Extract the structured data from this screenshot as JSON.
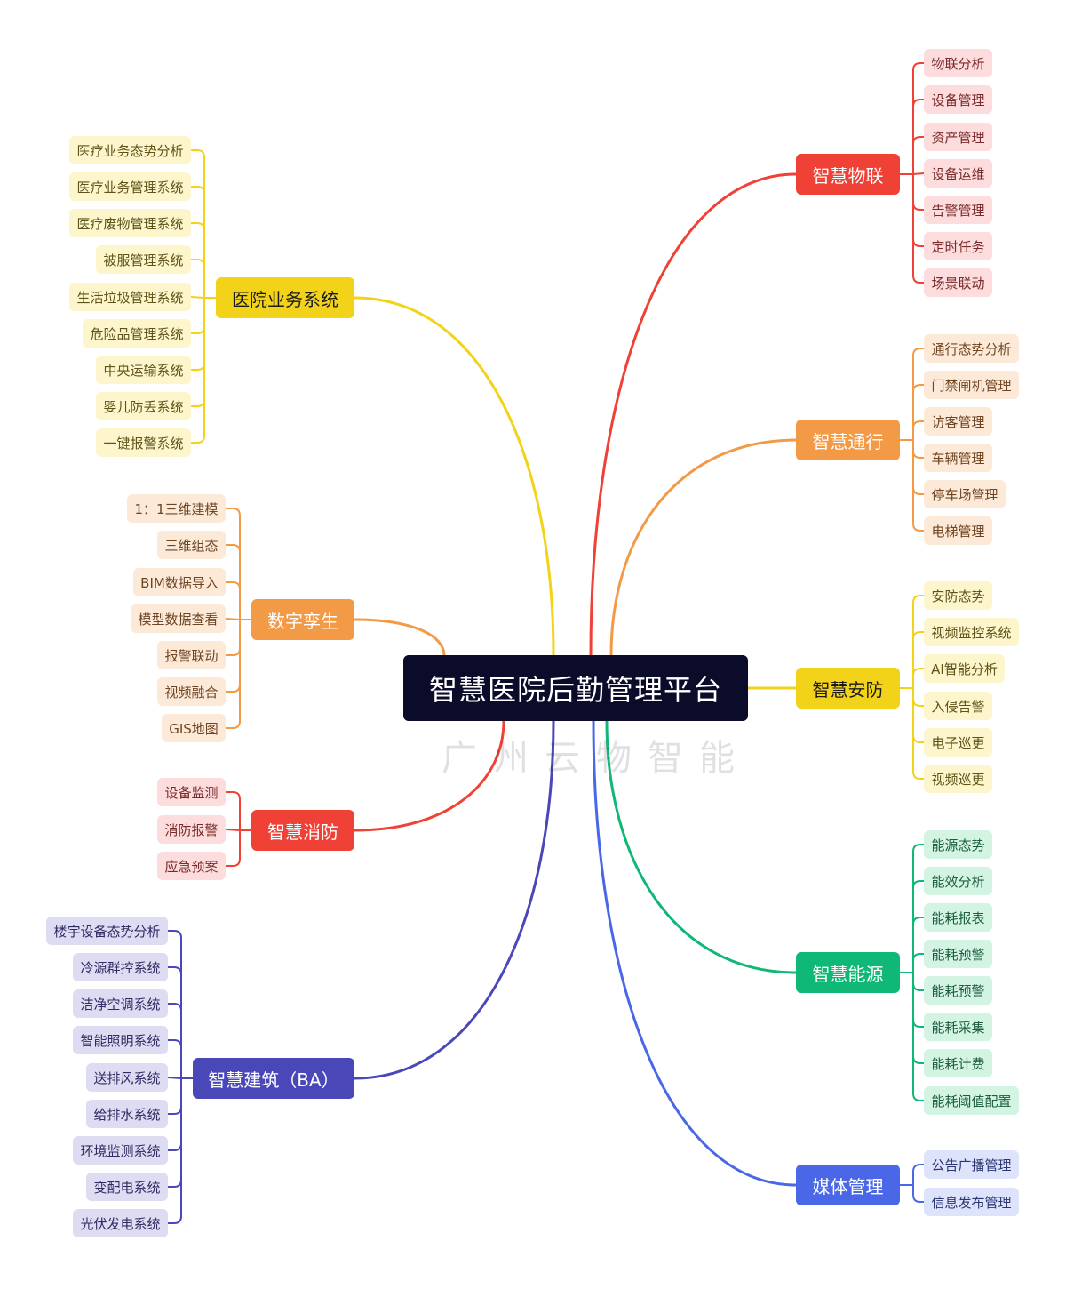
{
  "title": "智慧医院后勤管理平台",
  "watermark": "广州云物智能",
  "branches": [
    {
      "key": "iot",
      "label": "智慧物联",
      "side": "right",
      "color": "#ef4136",
      "leaf_bg": "#fcdcdc",
      "leaf_text": "#7a2a2a",
      "leaves": [
        "物联分析",
        "设备管理",
        "资产管理",
        "设备运维",
        "告警管理",
        "定时任务",
        "场景联动"
      ]
    },
    {
      "key": "access",
      "label": "智慧通行",
      "side": "right",
      "color": "#f29a45",
      "leaf_bg": "#fde9d8",
      "leaf_text": "#6e4421",
      "leaves": [
        "通行态势分析",
        "门禁闸机管理",
        "访客管理",
        "车辆管理",
        "停车场管理",
        "电梯管理"
      ]
    },
    {
      "key": "security",
      "label": "智慧安防",
      "side": "right",
      "color": "#f2d31a",
      "leaf_bg": "#fdf5cc",
      "leaf_text": "#5e5216",
      "leaves": [
        "安防态势",
        "视频监控系统",
        "AI智能分析",
        "入侵告警",
        "电子巡更",
        "视频巡更"
      ]
    },
    {
      "key": "energy",
      "label": "智慧能源",
      "side": "right",
      "color": "#0fb876",
      "leaf_bg": "#d3f3e3",
      "leaf_text": "#1c5e3f",
      "leaves": [
        "能源态势",
        "能效分析",
        "能耗报表",
        "能耗预警",
        "能耗预警",
        "能耗采集",
        "能耗计费",
        "能耗阈值配置"
      ]
    },
    {
      "key": "media",
      "label": "媒体管理",
      "side": "right",
      "color": "#4a67e8",
      "leaf_bg": "#dde3fb",
      "leaf_text": "#2a3670",
      "leaves": [
        "公告广播管理",
        "信息发布管理"
      ]
    },
    {
      "key": "hospital",
      "label": "医院业务系统",
      "side": "left",
      "color": "#f2d31a",
      "leaf_bg": "#fdf5cc",
      "leaf_text": "#5e5216",
      "leaves": [
        "医疗业务态势分析",
        "医疗业务管理系统",
        "医疗废物管理系统",
        "被服管理系统",
        "生活垃圾管理系统",
        "危险品管理系统",
        "中央运输系统",
        "婴儿防丢系统",
        "一键报警系统"
      ]
    },
    {
      "key": "twin",
      "label": "数字孪生",
      "side": "left",
      "color": "#f29a45",
      "leaf_bg": "#fde9d8",
      "leaf_text": "#6e4421",
      "leaves": [
        "1：1三维建模",
        "三维组态",
        "BIM数据导入",
        "模型数据查看",
        "报警联动",
        "视频融合",
        "GIS地图"
      ]
    },
    {
      "key": "fire",
      "label": "智慧消防",
      "side": "left",
      "color": "#ef4136",
      "leaf_bg": "#fcdcdc",
      "leaf_text": "#7a2a2a",
      "leaves": [
        "设备监测",
        "消防报警",
        "应急预案"
      ]
    },
    {
      "key": "building",
      "label": "智慧建筑（BA）",
      "side": "left",
      "color": "#4a48b8",
      "leaf_bg": "#dedcf2",
      "leaf_text": "#2e2c63",
      "leaves": [
        "楼宇设备态势分析",
        "冷源群控系统",
        "洁净空调系统",
        "智能照明系统",
        "送排风系统",
        "给排水系统",
        "环境监测系统",
        "变配电系统",
        "光伏发电系统"
      ]
    }
  ]
}
